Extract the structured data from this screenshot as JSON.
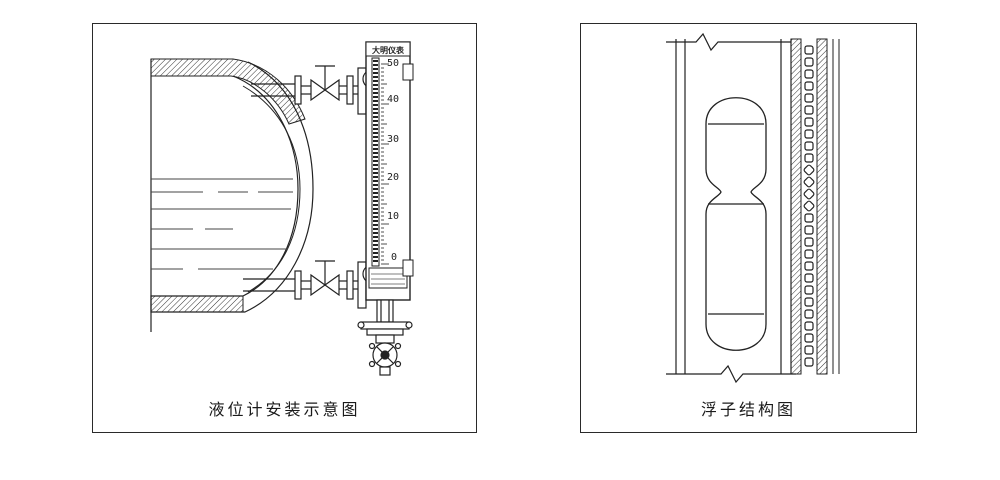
{
  "left_panel": {
    "caption": "液位计安装示意图",
    "gauge_brand": "大明仪表",
    "scale_labels": [
      "50",
      "40",
      "30",
      "20",
      "10",
      "0"
    ]
  },
  "right_panel": {
    "caption": "浮子结构图"
  }
}
